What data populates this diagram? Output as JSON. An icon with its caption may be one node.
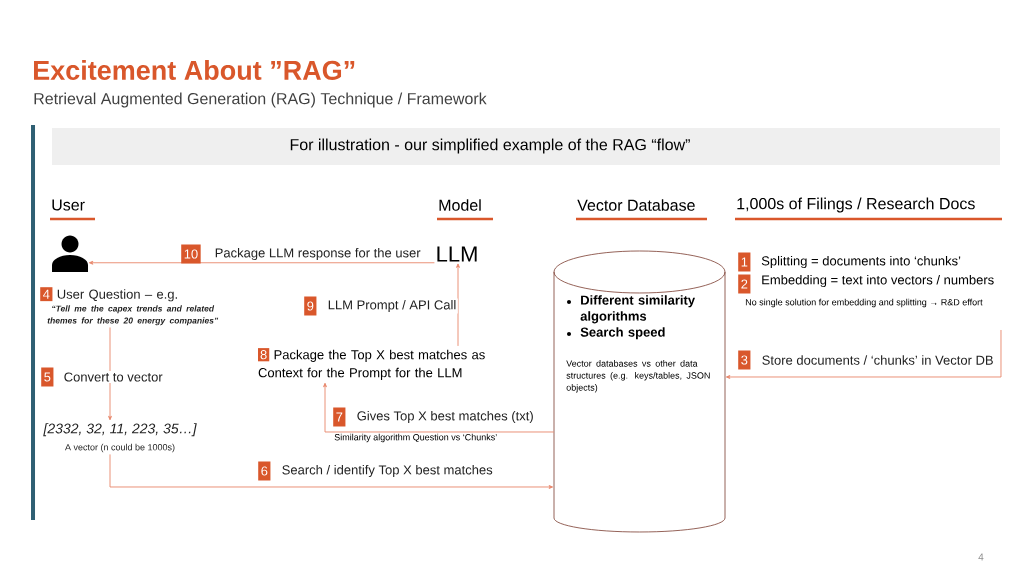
{
  "diagram": {
    "title": "Excitement About ”RAG”",
    "nodes": [
      {
        "text": [],
        "shape": "person"
      },
      {
        "text": [
          "LLM"
        ]
      },
      {
        "text": [
          "Different similarity algorithms",
          "Search speed",
          "Vector databases vs other data structures (e.g. keys/tables, JSON objects)"
        ]
      },
      {
        "text": [
          "4",
          "User Question – e.g.",
          "“Tell me the capex trends and related themes for these 20 energy companies”"
        ]
      },
      {
        "text": [
          "[2332, 32, 11, 223, 35…]",
          "A vector (n could be 1000s)"
        ]
      },
      {
        "text": [
          "8",
          "Package the Top X best matches as Context for the Prompt for the LLM"
        ]
      }
    ],
    "edges": [
      {
        "from": 1,
        "to": 0,
        "arrow": "to",
        "label": "Package LLM response for the user"
      },
      {
        "from": 3,
        "to": 4,
        "arrow": "to",
        "label": "Convert to vector"
      },
      {
        "from": 4,
        "to": 2,
        "arrow": "to",
        "label": "Search / identify Top X best matches"
      },
      {
        "from": 2,
        "to": 5,
        "arrow": "to",
        "label": "Gives Top X best matches (txt)"
      },
      {
        "from": 5,
        "to": 1,
        "arrow": "to",
        "label": "LLM Prompt / API Call"
      },
      {
        "from": null,
        "to": 2,
        "arrow": "to",
        "label": "Store documents / ‘chunks’ in Vector DB"
      }
    ],
    "labels": [
      "Retrieval Augmented Generation (RAG) Technique / Framework",
      "For illustration - our simplified example of the RAG “flow”",
      "User",
      "Model",
      "Vector Database",
      "1,000s of Filings / Research Docs",
      "10",
      "1",
      "Splitting = documents into ‘chunks’",
      "2",
      "Embedding = text into vectors / numbers",
      "9",
      "No single solution for embedding and splitting → R&D effort",
      "3",
      "5",
      "7",
      "Similarity algorithm Question vs ‘Chunks’",
      "6",
      "4"
    ]
  }
}
